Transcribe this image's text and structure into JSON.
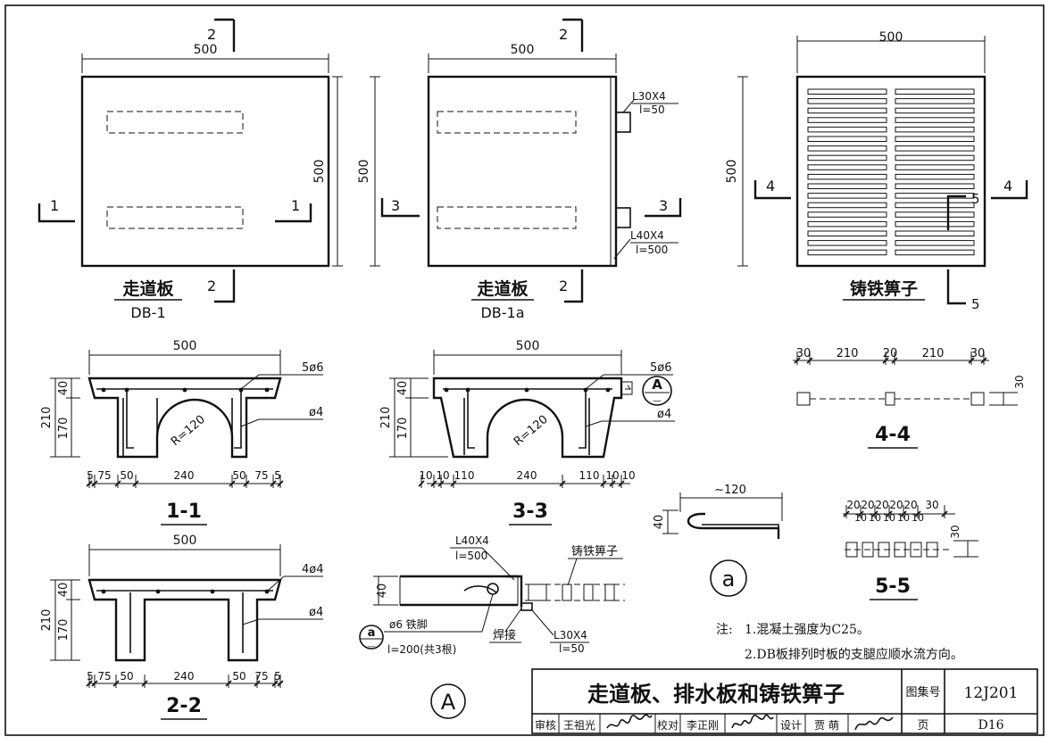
{
  "views": {
    "db1": {
      "width": "500",
      "height": "500",
      "name": "走道板",
      "code": "DB-1",
      "cut1": "1",
      "cut2": "2"
    },
    "db1a": {
      "width": "500",
      "height": "500",
      "name": "走道板",
      "code": "DB-1a",
      "cut3": "3",
      "cut2": "2",
      "angle_top": "L30X4",
      "angle_top_len": "l=50",
      "angle_bot": "L40X4",
      "angle_bot_len": "l=500"
    },
    "grate": {
      "width": "500",
      "height": "500",
      "name": "铸铁箅子",
      "cut4": "4",
      "cut5": "5"
    }
  },
  "sections": {
    "s11": {
      "label": "1-1",
      "width": "500",
      "rebar_top": "5ø6",
      "rebar_leg": "ø4",
      "radius": "R=120",
      "h_total": "210",
      "h_top": "40",
      "h_leg": "170",
      "dims": [
        "5",
        "75",
        "50",
        "240",
        "50",
        "75",
        "5"
      ]
    },
    "s22": {
      "label": "2-2",
      "width": "500",
      "rebar_top": "4ø4",
      "rebar_leg": "ø4",
      "h_total": "210",
      "h_top": "40",
      "h_leg": "170",
      "dims": [
        "5",
        "75",
        "50",
        "240",
        "50",
        "75",
        "5"
      ]
    },
    "s33": {
      "label": "3-3",
      "width": "500",
      "rebar_top": "5ø6",
      "rebar_leg": "ø4",
      "radius": "R=120",
      "h_total": "210",
      "h_top": "40",
      "h_leg": "170",
      "callout": "A",
      "dims": [
        "10",
        "10",
        "110",
        "240",
        "110",
        "10",
        "10"
      ]
    },
    "s44": {
      "label": "4-4",
      "h": "30",
      "dims": [
        "30",
        "210",
        "20",
        "210",
        "30"
      ]
    },
    "s55": {
      "label": "5-5",
      "h": "30",
      "dims": [
        "20",
        "20",
        "20",
        "20",
        "20",
        "30"
      ],
      "subdims": [
        "10",
        "10",
        "10",
        "10",
        "10"
      ]
    }
  },
  "detailA": {
    "label": "A",
    "h": "40",
    "angle_top": "L40X4",
    "angle_top_len": "l=500",
    "grate_label": "铸铁箅子",
    "weld": "焊接",
    "angle_bot": "L30X4",
    "angle_bot_len": "l=50",
    "callout": "a",
    "foot": "ø6 铁脚",
    "foot_len": "l=200(共3根)"
  },
  "detail_a": {
    "label": "a",
    "length": "~120",
    "h": "40"
  },
  "notes": {
    "lead": "注:",
    "items": [
      "1.混凝土强度为C25。",
      "2.DB板排列时板的支腿应顺水流方向。"
    ]
  },
  "title_block": {
    "title": "走道板、排水板和铸铁箅子",
    "atlas_label": "图集号",
    "atlas_no": "12J201",
    "page_label": "页",
    "page_no": "D16",
    "review_label": "审核",
    "reviewer": "王祖光",
    "check_label": "校对",
    "checker": "李正刚",
    "design_label": "设计",
    "designer": "贾 萌"
  }
}
